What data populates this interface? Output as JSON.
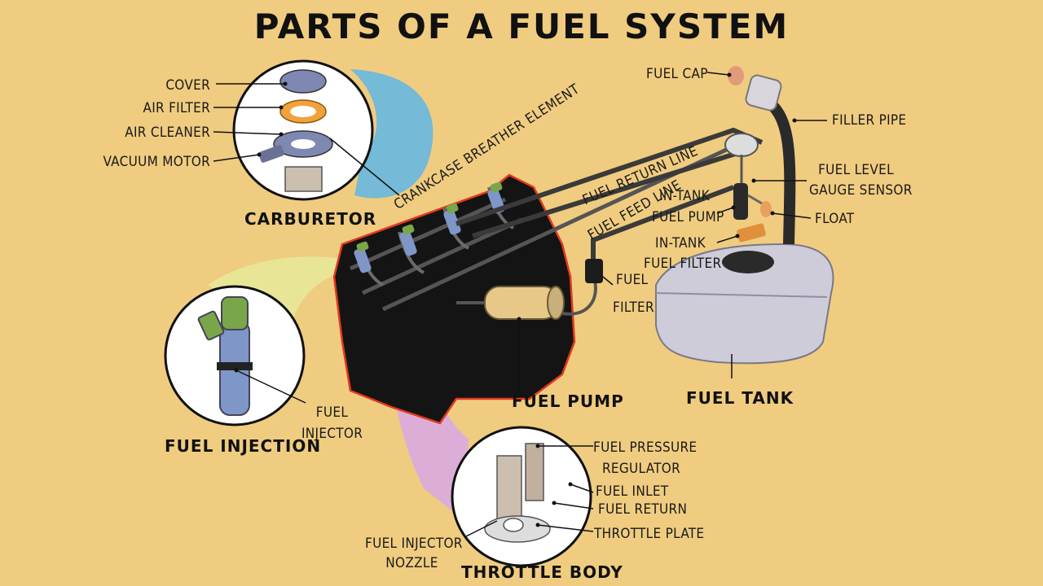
{
  "title": "PARTS OF A FUEL SYSTEM",
  "colors": {
    "background": "#f0cc80",
    "engine": "#141414",
    "engine_outline": "#e23a20",
    "tank": "#cfccd9",
    "injector_blue": "#7f96c8",
    "injector_green": "#7aa64a",
    "filter_orange": "#f2a23a"
  },
  "groups": {
    "carburetor": "CARBURETOR",
    "fuel_injection": "FUEL INJECTION",
    "fuel_pump": "FUEL PUMP",
    "fuel_tank": "FUEL TANK",
    "throttle_body": "THROTTLE BODY"
  },
  "carburetor_parts": {
    "cover": "COVER",
    "air_filter": "AIR FILTER",
    "air_cleaner": "AIR CLEANER",
    "vacuum_motor": "VACUUM MOTOR"
  },
  "lines": {
    "crankcase": "CRANKCASE BREATHER ELEMENT",
    "return_line": "FUEL RETURN LINE",
    "feed_line": "FUEL FEED LINE"
  },
  "tank_parts": {
    "fuel_cap": "FUEL CAP",
    "filler_pipe": "FILLER PIPE",
    "gauge_line1": "FUEL LEVEL",
    "gauge_line2": "GAUGE SENSOR",
    "pump_line1": "IN-TANK",
    "pump_line2": "FUEL PUMP",
    "float": "FLOAT",
    "filter_line1": "IN-TANK",
    "filter_line2": "FUEL FILTER",
    "fuel_filter_line1": "FUEL",
    "fuel_filter_line2": "FILTER"
  },
  "injection_parts": {
    "injector_line1": "FUEL",
    "injector_line2": "INJECTOR"
  },
  "throttle_parts": {
    "pressure_line1": "FUEL PRESSURE",
    "pressure_line2": "REGULATOR",
    "inlet": "FUEL INLET",
    "return": "FUEL RETURN",
    "plate": "THROTTLE PLATE",
    "nozzle_line1": "FUEL INJECTOR",
    "nozzle_line2": "NOZZLE"
  }
}
